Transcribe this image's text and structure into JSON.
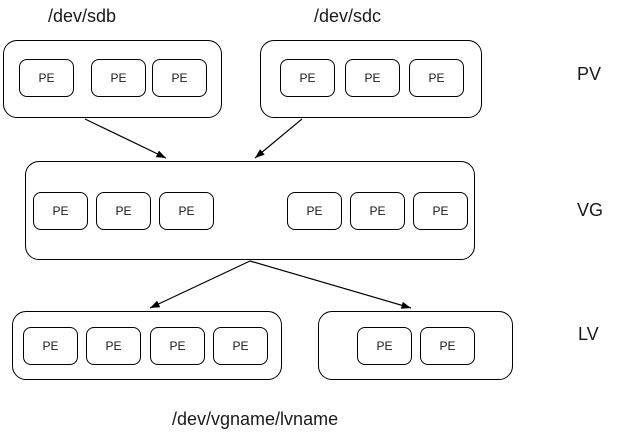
{
  "diagram": {
    "title_labels": {
      "pv_device_1": "/dev/sdb",
      "pv_device_2": "/dev/sdc",
      "lv_device": "/dev/vgname/lvname"
    },
    "row_labels": {
      "pv": "PV",
      "vg": "VG",
      "lv": "LV"
    },
    "pe_label": "PE",
    "colors": {
      "stroke": "#000000",
      "fill": "#ffffff",
      "text": "#1a1a1a"
    },
    "layers": [
      {
        "name": "pv",
        "label": "PV",
        "groups": [
          {
            "name": "/dev/sdb",
            "pe_count": 3,
            "pe_labels": [
              "PE",
              "PE",
              "PE"
            ]
          },
          {
            "name": "/dev/sdc",
            "pe_count": 3,
            "pe_labels": [
              "PE",
              "PE",
              "PE"
            ]
          }
        ]
      },
      {
        "name": "vg",
        "label": "VG",
        "groups": [
          {
            "name": "vgname",
            "pe_count": 6,
            "pe_labels": [
              "PE",
              "PE",
              "PE",
              "PE",
              "PE",
              "PE"
            ]
          }
        ]
      },
      {
        "name": "lv",
        "label": "LV",
        "groups": [
          {
            "name": "lvname-part-1",
            "pe_count": 4,
            "pe_labels": [
              "PE",
              "PE",
              "PE",
              "PE"
            ]
          },
          {
            "name": "lvname-part-2",
            "pe_count": 2,
            "pe_labels": [
              "PE",
              "PE"
            ]
          }
        ]
      }
    ],
    "arrows": [
      {
        "name": "pv-sdb-to-vg",
        "from": "pv-box-sdb",
        "to": "vg-box"
      },
      {
        "name": "pv-sdc-to-vg",
        "from": "pv-box-sdc",
        "to": "vg-box"
      },
      {
        "name": "vg-to-lv-1",
        "from": "vg-box",
        "to": "lv-box-1"
      },
      {
        "name": "vg-to-lv-2",
        "from": "vg-box",
        "to": "lv-box-2"
      }
    ]
  }
}
